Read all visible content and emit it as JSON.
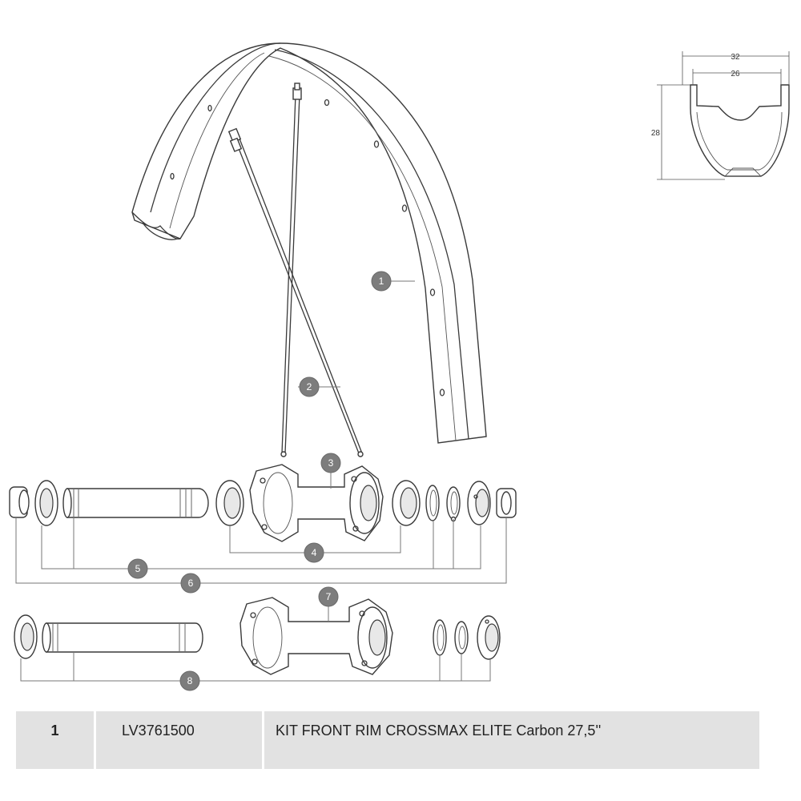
{
  "callouts": [
    "1",
    "2",
    "3",
    "4",
    "5",
    "6",
    "7",
    "8"
  ],
  "profile": {
    "outer_width": "32",
    "inner_width": "26",
    "height": "28"
  },
  "table": {
    "rows": [
      {
        "number": "1",
        "reference": "LV3761500",
        "description": "KIT FRONT RIM CROSSMAX ELITE Carbon 27,5''"
      }
    ]
  },
  "colors": {
    "callout_fill": "#7d7d7d",
    "table_background": "#e2e2e2",
    "line": "#3a3a3a"
  }
}
